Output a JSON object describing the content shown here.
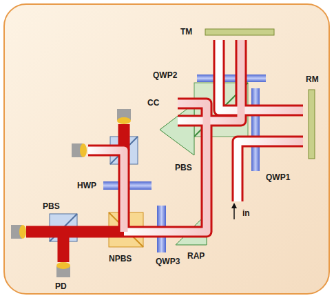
{
  "diagram": {
    "labels": [
      "TM",
      "QWP2",
      "RM",
      "CC",
      "PBS",
      "QWP1",
      "in",
      "HWP",
      "PBS",
      "NPBS",
      "QWP3",
      "RAP",
      "PD"
    ]
  }
}
